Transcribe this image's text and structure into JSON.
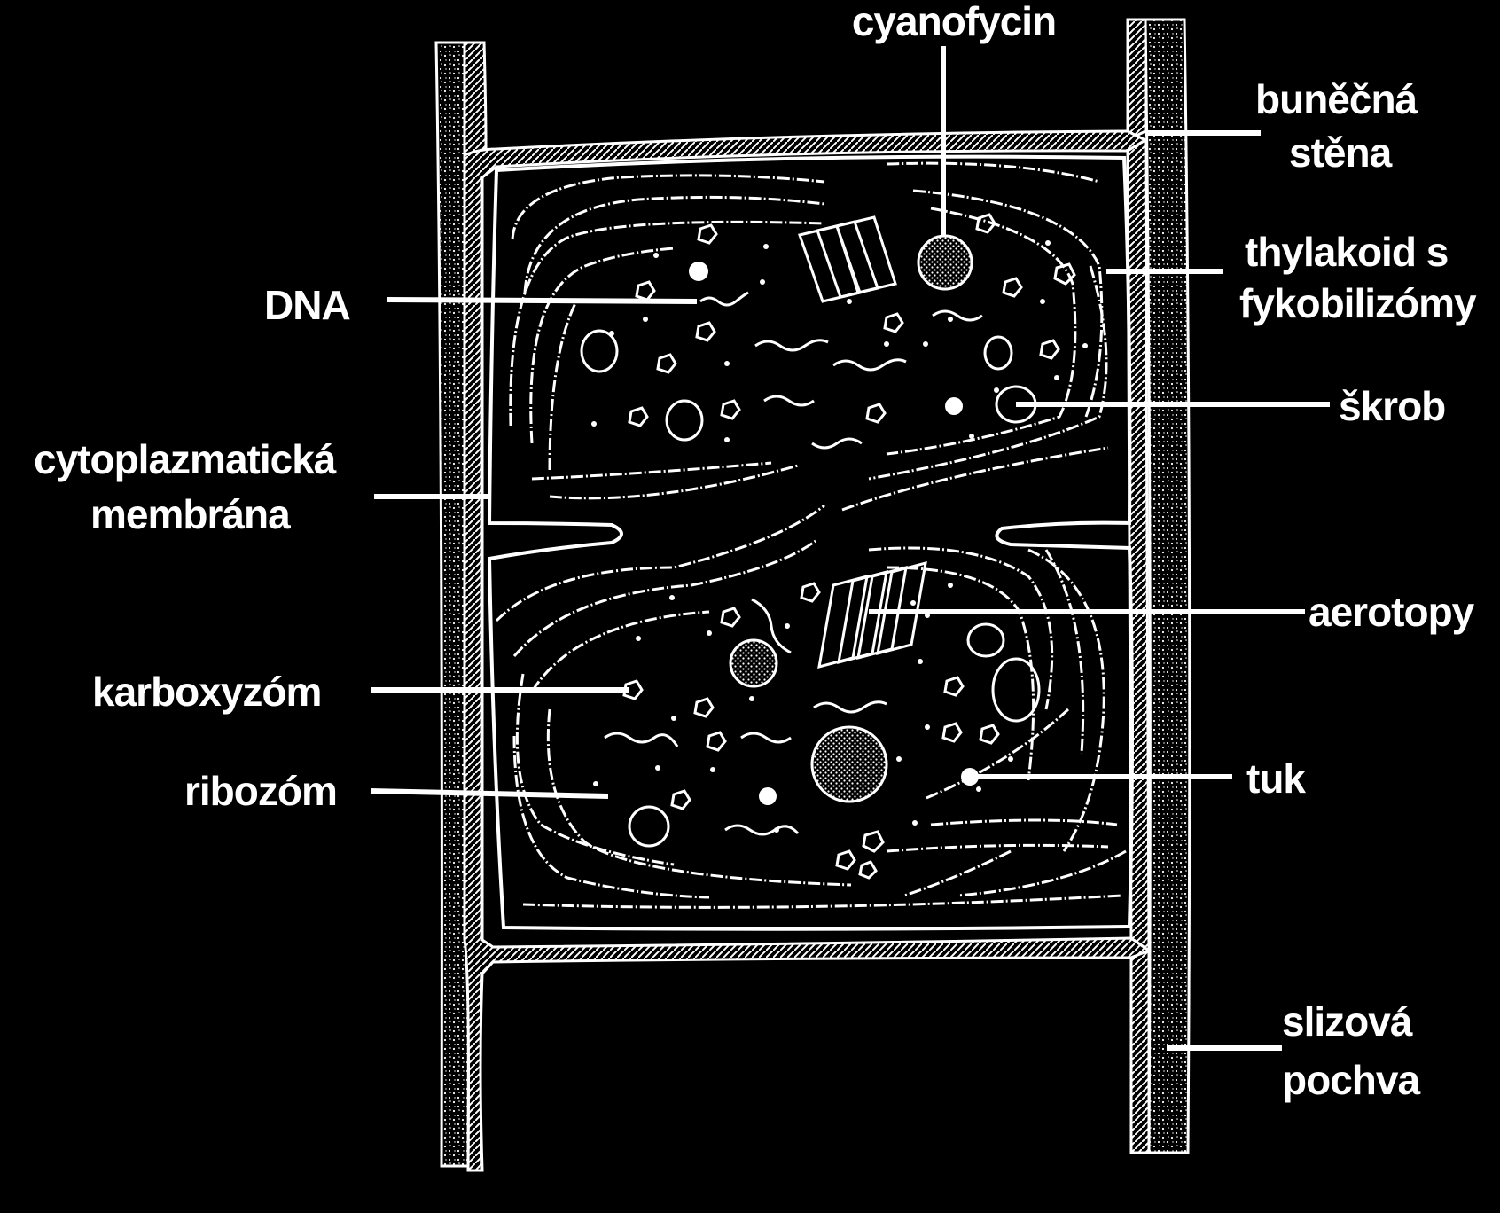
{
  "colors": {
    "background": "#000000",
    "stroke": "#ffffff"
  },
  "labels": {
    "cyanofycin": "cyanofycin",
    "bunecna_line1": "buněčná",
    "bunecna_line2": "stěna",
    "thylakoid_line1": "thylakoid s",
    "thylakoid_line2": "fykobilizómy",
    "dna": "DNA",
    "skrob": "škrob",
    "cytoplazmaticka_line1": "cytoplazmatická",
    "cytoplazmaticka_line2": "membrána",
    "aerotopy": "aerotopy",
    "karboxyzom": "karboxyzóm",
    "ribozom": "ribozóm",
    "tuk": "tuk",
    "slizova_line1": "slizová",
    "slizova_line2": "pochva"
  }
}
